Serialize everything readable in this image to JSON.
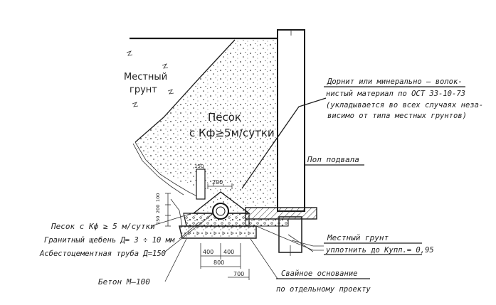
{
  "labels": {
    "local_soil_top": "Местный\nгрунт",
    "sand_main": "Песок\nс Кф≥5м/сутки",
    "dornit": "Дорнит или минерально – волок-\nнистый материал по ОСТ 33-10-73\n(укладывается во всех случаях неза-\nвисимо от типа местных грунтов)",
    "basement_floor": "Пол подвала",
    "sand_kf": "Песок с Кф ≥ 5 м/сутки",
    "granite": "Гранитный щебень Д= 3 ÷ 10 мм",
    "asbestos_pipe": "Асбестоцементная труба  Д=150",
    "local_soil_bottom": "Местный  грунт",
    "compact": "уплотнить до Купл.= 0,95",
    "concrete": "Бетон М–100",
    "pile": "Свайное основание",
    "pile_project": "по отдельному проекту"
  },
  "dimensions": {
    "d150": "150",
    "d200": "200",
    "d400a": "400",
    "d400b": "400",
    "d800": "800",
    "d700": "700",
    "d_left_1": "100",
    "d_left_2": "200",
    "d_left_3": "150"
  }
}
